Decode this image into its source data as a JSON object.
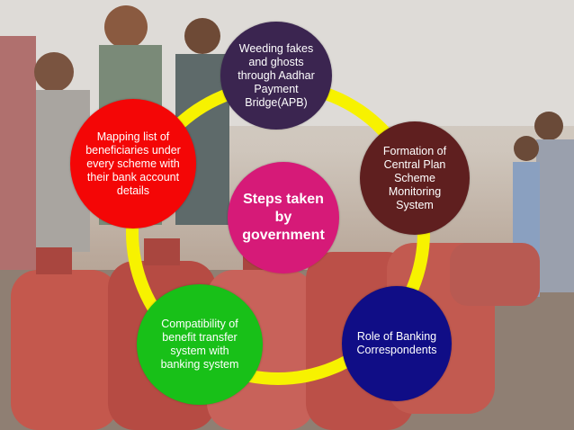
{
  "diagram": {
    "center": "Steps taken by government",
    "nodes": {
      "top": "Weeding fakes and ghosts through Aadhar Payment Bridge(APB)",
      "right": "Formation of Central Plan Scheme Monitoring System",
      "bottom_right": "Role of Banking Correspondents",
      "bottom_left": "Compatibility of benefit transfer system with banking system",
      "left": "Mapping list of beneficiaries under every scheme with their bank account details"
    },
    "colors": {
      "ring": "#f7f200",
      "center": "#d61a78",
      "top": "#3b2550",
      "right": "#5f1f1f",
      "bottom_right": "#100d86",
      "bottom_left": "#18c018",
      "left": "#f40606"
    }
  }
}
